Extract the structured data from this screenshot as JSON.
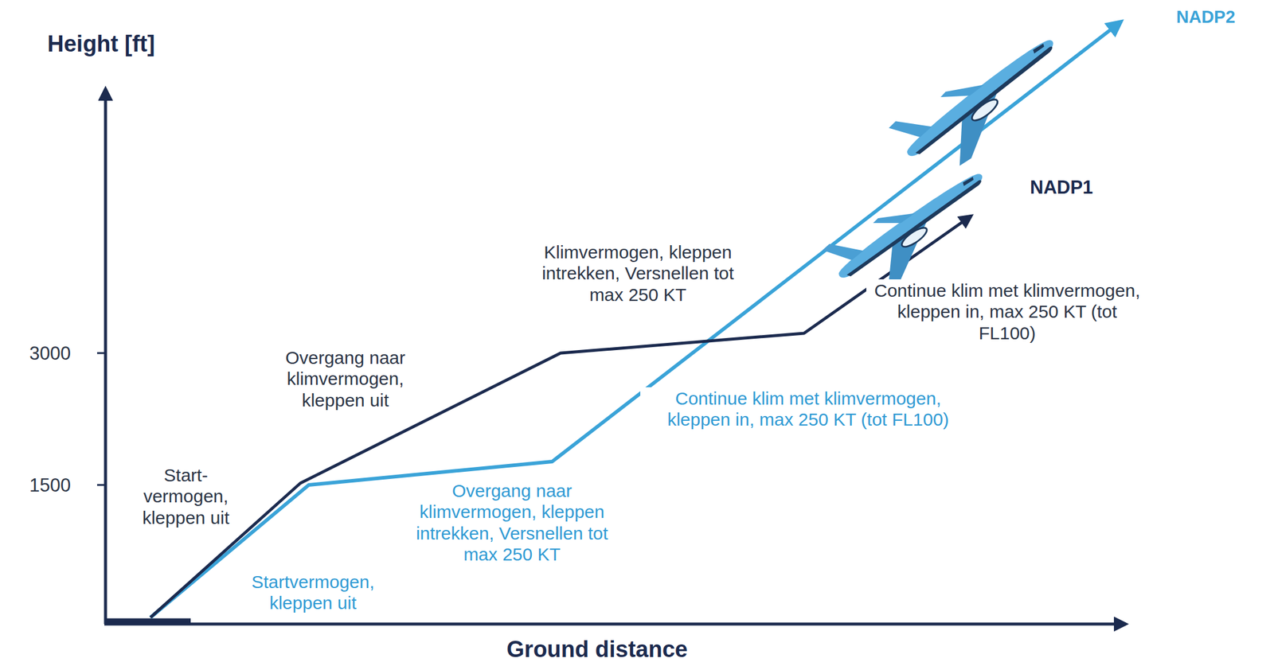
{
  "diagram": {
    "labels": [
      "Height [ft]",
      "NADP2",
      "NADP1",
      "Klimvermogen, kleppen intrekken, Versnellen tot max 250 KT",
      "Continue klim met klimvermogen, kleppen in, max 250 KT (tot FL100)",
      "3000",
      "Overgang naar klimvermogen, kleppen uit",
      "Continue klim met klimvermogen, kleppen in, max 250 KT (tot FL100)",
      "Start- vermogen, kleppen uit",
      "1500",
      "Overgang naar klimvermogen, kleppen intrekken, Versnellen tot max 250 KT",
      "Startvermogen, kleppen uit",
      "Ground distance"
    ]
  }
}
